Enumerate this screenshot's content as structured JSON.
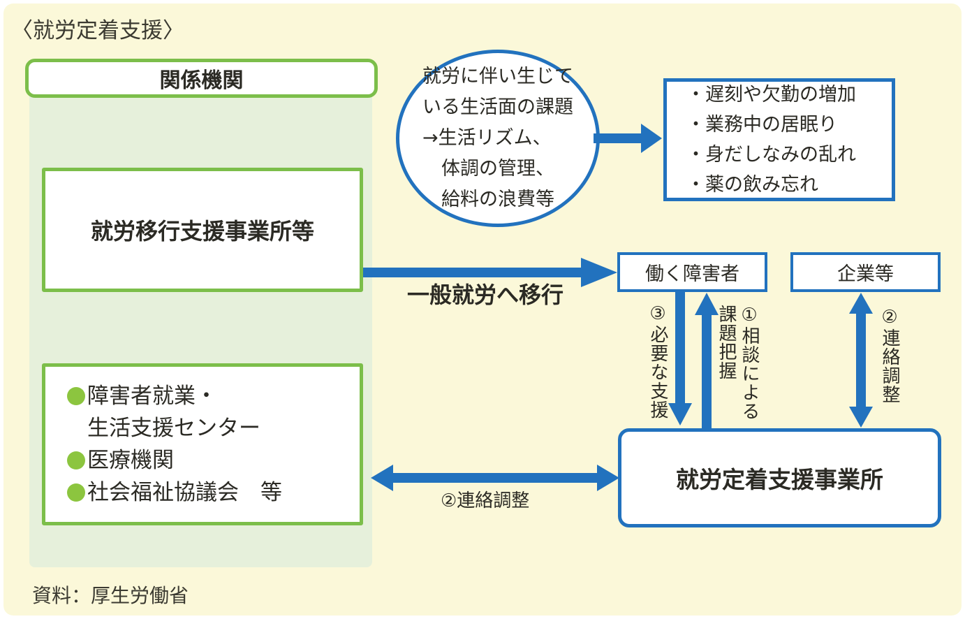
{
  "title": "〈就労定着支援〉",
  "source_note": "資料：厚生労働省",
  "related_panel": {
    "header": "関係機関",
    "transition_office": "就労移行支援事業所等",
    "support_orgs": [
      "障害者就業・\n生活支援センター",
      "医療機関",
      "社会福祉協議会　等"
    ]
  },
  "life_issues_ellipse": {
    "text": "就労に伴い生じて\nいる生活面の課題\n→生活リズム、\n　体調の管理、\n　給料の浪費等"
  },
  "workplace_issues_box": {
    "items": [
      "・遅刻や欠勤の増加",
      "・業務中の居眠り",
      "・身だしなみの乱れ",
      "・薬の飲み忘れ"
    ]
  },
  "worker_box": {
    "label": "働く障害者"
  },
  "company_box": {
    "label": "企業等"
  },
  "settlement_office_box": {
    "label": "就労定着支援事業所"
  },
  "arrow_labels": {
    "transition": "一般就労へ移行",
    "needed_support": "③必要な支援",
    "consultation": "①相談による課題把握",
    "company_coordination": "②連絡調整",
    "orgs_coordination": "②連絡調整"
  },
  "colors": {
    "background": "#FBF8D9",
    "panel_green": "#E6F0DB",
    "border_green": "#7CBE4A",
    "bullet_green": "#8CC53F",
    "arrow_blue": "#2272BE",
    "text": "#2B2A24"
  }
}
